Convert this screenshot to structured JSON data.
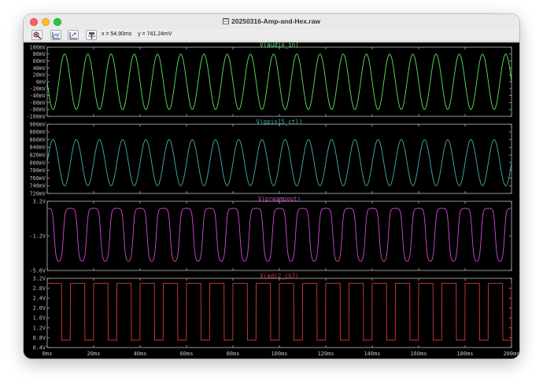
{
  "window": {
    "title": "20250316-Amp-and-Hex.raw"
  },
  "toolbar": {
    "cursor_x": "x = 54.90ms",
    "cursor_y": "y = 741.24mV",
    "buttons": [
      "zoom-fit-icon",
      "autorange-icon",
      "zoom-cancel-icon",
      "cursor-icon"
    ]
  },
  "colors": {
    "background": "#000000",
    "frame": "#bfbfbf",
    "text": "#bfbfbf",
    "audio_in": "#5ce65c",
    "gpio15_ctl": "#3fb0b0",
    "preampout": "#d44ad4",
    "adc2_ch7": "#d63a3a"
  },
  "chart_data": [
    {
      "type": "line",
      "title": "V(audio_in)",
      "yticks": [
        "100mV",
        "80mV",
        "60mV",
        "40mV",
        "20mV",
        "0mV",
        "-20mV",
        "-40mV",
        "-60mV",
        "-80mV",
        "-100mV"
      ],
      "ylim": [
        -100,
        100
      ],
      "unit": "mV",
      "series": [
        {
          "name": "V(audio_in)",
          "waveform": "sine",
          "amplitude": 80,
          "offset": 0,
          "frequency_hz": 100,
          "phase_deg": 180
        }
      ]
    },
    {
      "type": "line",
      "title": "V(gpio15_ctl)",
      "yticks": [
        "900mV",
        "880mV",
        "860mV",
        "840mV",
        "820mV",
        "800mV",
        "780mV",
        "760mV",
        "740mV",
        "720mV"
      ],
      "ylim": [
        720,
        900
      ],
      "unit": "mV",
      "series": [
        {
          "name": "V(gpio15_ctl)",
          "waveform": "sine",
          "amplitude": 60,
          "offset": 800,
          "frequency_hz": 100,
          "phase_deg": 0
        }
      ]
    },
    {
      "type": "line",
      "title": "V(preampout)",
      "yticks": [
        "3.2V",
        "-1.2V",
        "-5.6V"
      ],
      "ylim": [
        -5.6,
        3.2
      ],
      "unit": "V",
      "series": [
        {
          "name": "V(preampout)",
          "waveform": "clipped",
          "high": 2.3,
          "low": -4.8,
          "frequency_hz": 100
        }
      ]
    },
    {
      "type": "line",
      "title": "V(adc2_ch7)",
      "yticks": [
        "3.2V",
        "2.8V",
        "2.4V",
        "2.0V",
        "1.6V",
        "1.2V",
        "0.8V",
        "0.4V"
      ],
      "ylim": [
        0.4,
        3.2
      ],
      "unit": "V",
      "series": [
        {
          "name": "V(adc2_ch7)",
          "waveform": "square",
          "high": 3.0,
          "low": 0.7,
          "frequency_hz": 100,
          "duty": 0.62
        }
      ]
    }
  ],
  "xaxis": {
    "xlim": [
      0,
      200
    ],
    "unit": "ms",
    "ticks": [
      "0ms",
      "20ms",
      "40ms",
      "60ms",
      "80ms",
      "100ms",
      "120ms",
      "140ms",
      "160ms",
      "180ms",
      "200ms"
    ]
  }
}
